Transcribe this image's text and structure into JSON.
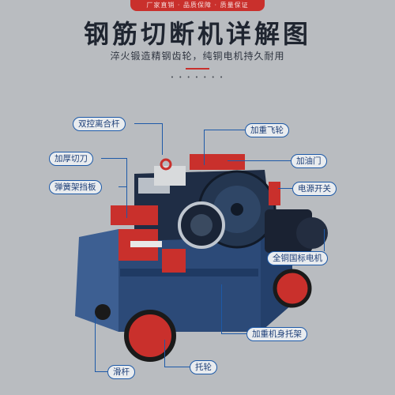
{
  "banner": {
    "text": "厂家直销 · 品质保障 · 质量保证"
  },
  "title": "钢筋切断机详解图",
  "subtitle": "淬火锻造精钢齿轮，纯铜电机持久耐用",
  "dots": "• • • • • • •",
  "labels": {
    "clutch": "双控离合杆",
    "flywheel": "加重飞轮",
    "blade": "加厚切刀",
    "oil": "加油门",
    "spring_plate": "弹簧架挡板",
    "power_switch": "电源开关",
    "motor": "全铜国标电机",
    "frame": "加重机身托架",
    "slide_bar": "滑杆",
    "roller": "托轮"
  },
  "colors": {
    "accent": "#c9302c",
    "machine_blue": "#2c4a78",
    "label_blue": "#1e5aa8"
  }
}
